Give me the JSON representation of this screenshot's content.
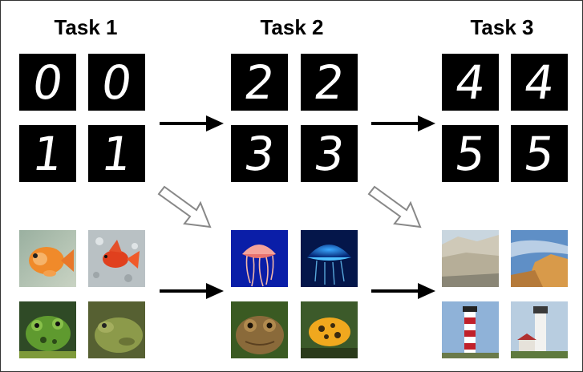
{
  "tasks": [
    {
      "title": "Task 1",
      "digits": [
        "0",
        "0",
        "1",
        "1"
      ],
      "photos": [
        "goldfish",
        "goldfish",
        "frog",
        "frog"
      ]
    },
    {
      "title": "Task 2",
      "digits": [
        "2",
        "2",
        "3",
        "3"
      ],
      "photos": [
        "jellyfish",
        "jellyfish",
        "toad",
        "frog"
      ]
    },
    {
      "title": "Task 3",
      "digits": [
        "4",
        "4",
        "5",
        "5"
      ],
      "photos": [
        "cliff",
        "cliff",
        "lighthouse",
        "lighthouse"
      ]
    }
  ],
  "colors": {
    "arrow": "#000000",
    "transfer_arrow_outline": "#888888",
    "transfer_arrow_fill": "#ffffff",
    "digit_bg": "#000000",
    "digit_fg": "#ffffff"
  },
  "icons": {
    "task_transition": "arrow-right-icon",
    "transfer": "hollow-diagonal-arrow-icon"
  }
}
